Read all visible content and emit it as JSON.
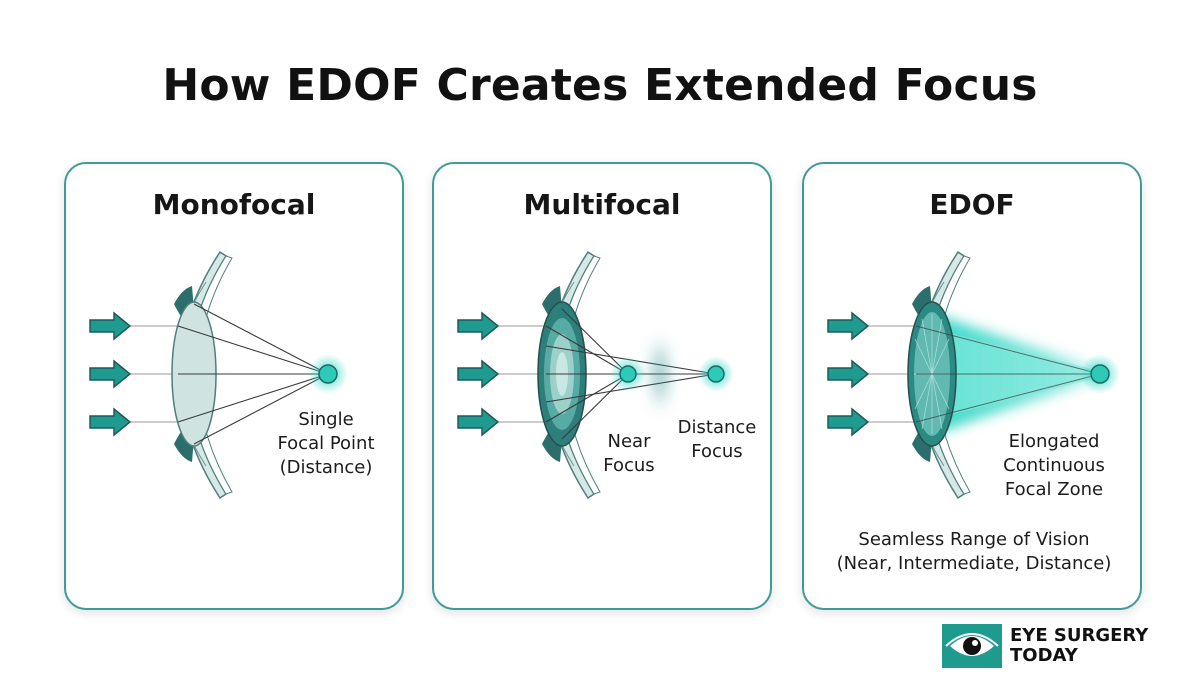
{
  "title": "How EDOF Creates Extended Focus",
  "colors": {
    "teal": "#1f9a8f",
    "teal_dark": "#2c6e6b",
    "lens_light": "#d3e6e4",
    "glow": "#2fd6c4",
    "panel_border": "#3e9b98"
  },
  "panels": [
    {
      "title": "Monofocal",
      "labels": [
        "Single",
        "Focal Point",
        "(Distance)"
      ]
    },
    {
      "title": "Multifocal",
      "near_label": [
        "Near",
        "Focus"
      ],
      "distance_label": [
        "Distance",
        "Focus"
      ]
    },
    {
      "title": "EDOF",
      "zone_label": [
        "Elongated",
        "Continuous",
        "Focal Zone"
      ],
      "range_label": [
        "Seamless Range of Vision",
        "(Near, Intermediate, Distance)"
      ]
    }
  ],
  "brand": {
    "line1": "EYE SURGERY",
    "line2": "TODAY",
    "icon": "eye-icon"
  }
}
